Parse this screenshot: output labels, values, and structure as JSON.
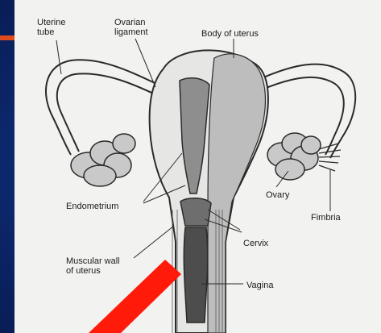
{
  "labels": {
    "uterine_tube": "Uterine\ntube",
    "ovarian_ligament": "Ovarian\nligament",
    "body_of_uterus": "Body of uterus",
    "endometrium": "Endometrium",
    "ovary": "Ovary",
    "fimbria": "Fimbria",
    "cervix": "Cervix",
    "muscular_wall": "Muscular wall\nof uterus",
    "vagina": "Vagina"
  },
  "colors": {
    "slide_background": "#0b2466",
    "accent_bar": "#e04a1c",
    "pointer_arrow": "#ff1a0a",
    "figure_background": "#f2f2f0",
    "line_art": "#2a2a2a",
    "shading": "#bdbdbd"
  }
}
